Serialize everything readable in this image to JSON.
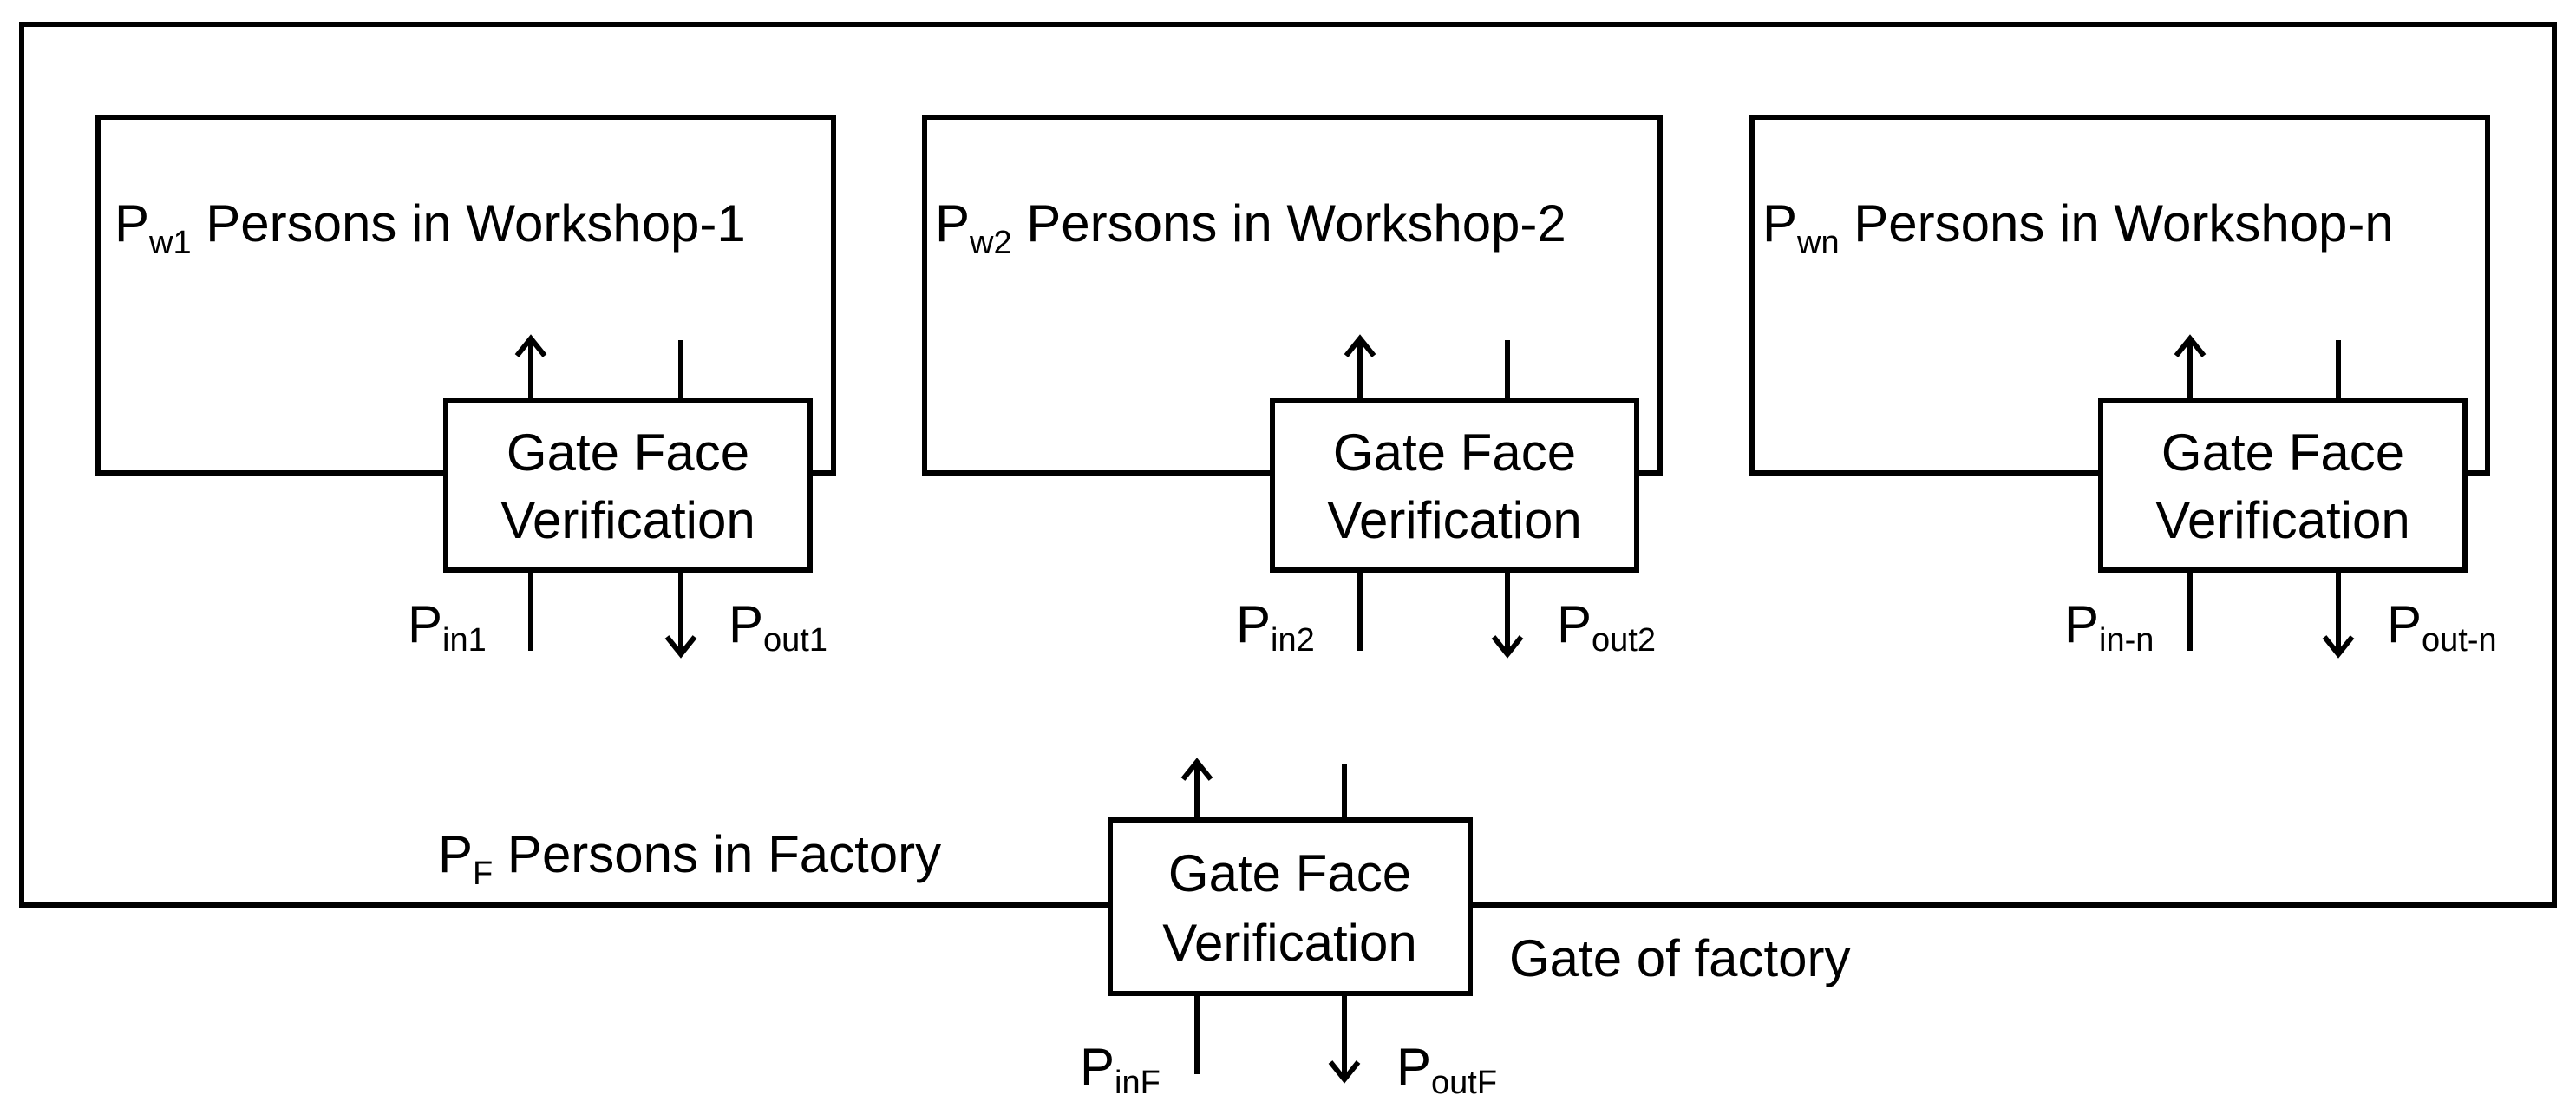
{
  "factory": {
    "label_main": "P",
    "label_sub": "F",
    "label_rest": " Persons in Factory",
    "gate_caption": "Gate of factory",
    "gate": {
      "line1": "Gate Face",
      "line2": "Verification"
    },
    "in": {
      "main": "P",
      "sub": "inF"
    },
    "out": {
      "main": "P",
      "sub": "outF"
    }
  },
  "workshops": [
    {
      "label_main": "P",
      "label_sub": "w1",
      "label_rest": " Persons in Workshop-1",
      "gate": {
        "line1": "Gate Face",
        "line2": "Verification"
      },
      "in": {
        "main": "P",
        "sub": "in1"
      },
      "out": {
        "main": "P",
        "sub": "out1"
      }
    },
    {
      "label_main": "P",
      "label_sub": "w2",
      "label_rest": " Persons in Workshop-2",
      "gate": {
        "line1": "Gate Face",
        "line2": "Verification"
      },
      "in": {
        "main": "P",
        "sub": "in2"
      },
      "out": {
        "main": "P",
        "sub": "out2"
      }
    },
    {
      "label_main": "P",
      "label_sub": "wn",
      "label_rest": " Persons in Workshop-n",
      "gate": {
        "line1": "Gate Face",
        "line2": "Verification"
      },
      "in": {
        "main": "P",
        "sub": "in-n"
      },
      "out": {
        "main": "P",
        "sub": "out-n"
      }
    }
  ]
}
